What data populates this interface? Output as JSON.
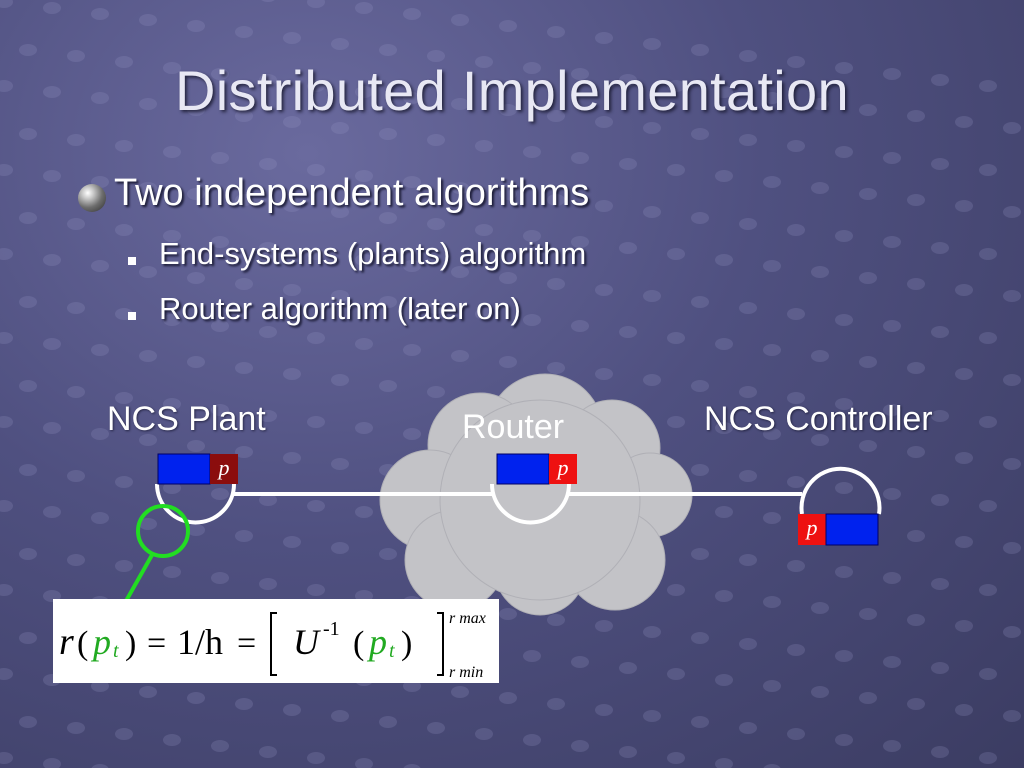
{
  "slide": {
    "title": "Distributed Implementation",
    "bullet": "Two independent algorithms",
    "subbullets": [
      "End-systems (plants) algorithm",
      "Router algorithm (later on)"
    ]
  },
  "diagram": {
    "plant_label": "NCS Plant",
    "router_label": "Router",
    "controller_label": "NCS Controller",
    "packet_tag": "p"
  },
  "formula": {
    "r": "r",
    "open": "(",
    "p": "p",
    "t": "t",
    "close": ")",
    "eq": "=",
    "one_over_h": "1/h",
    "U": "U",
    "inv": "-1",
    "r_max": "r max",
    "r_min": "r min"
  },
  "colors": {
    "packet_blue": "#0022ee",
    "tag_dark_red": "#8b0d0d",
    "tag_red": "#ee1111",
    "green": "#22dd22",
    "cloud": "#c3c3c7"
  }
}
